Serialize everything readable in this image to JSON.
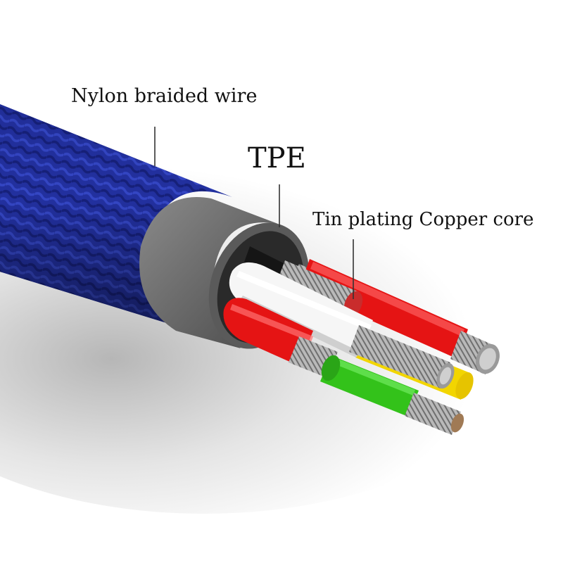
{
  "labels": {
    "nylon": "Nylon braided wire",
    "tpe": "TPE",
    "tin": "Tin plating Copper core"
  },
  "colors": {
    "braid": "#1f2a9c",
    "tpe_sheath": "#6f6f6f",
    "wire_red": "#e81414",
    "wire_white": "#f4f4f4",
    "wire_yellow": "#f4d800",
    "wire_green": "#35c21a",
    "wire_black": "#1a1a1a",
    "copper_strands": "#a8a8a8"
  },
  "icons": [
    "cable-diagram"
  ]
}
